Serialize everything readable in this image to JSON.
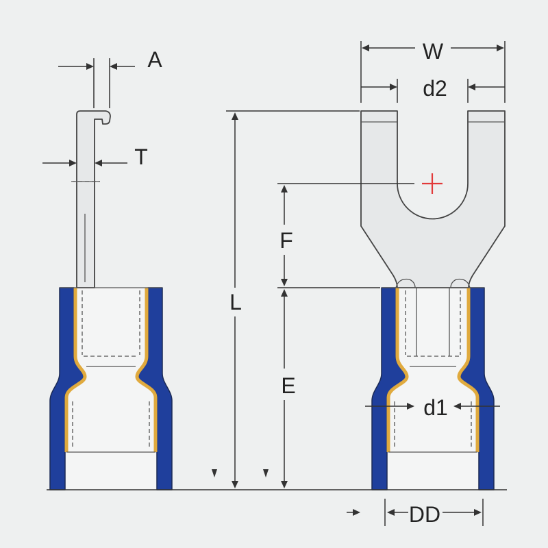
{
  "labels": {
    "A": "A",
    "T": "T",
    "W": "W",
    "d2": "d2",
    "L": "L",
    "F": "F",
    "E": "E",
    "d1": "d1",
    "D": "DD"
  },
  "colors": {
    "background": "#eef0f0",
    "insulation": "#1f3f9c",
    "metal": "#e0aa3e",
    "center_mark": "#e23a3a",
    "line": "#333333",
    "part_fill": "#e6e8e9"
  }
}
